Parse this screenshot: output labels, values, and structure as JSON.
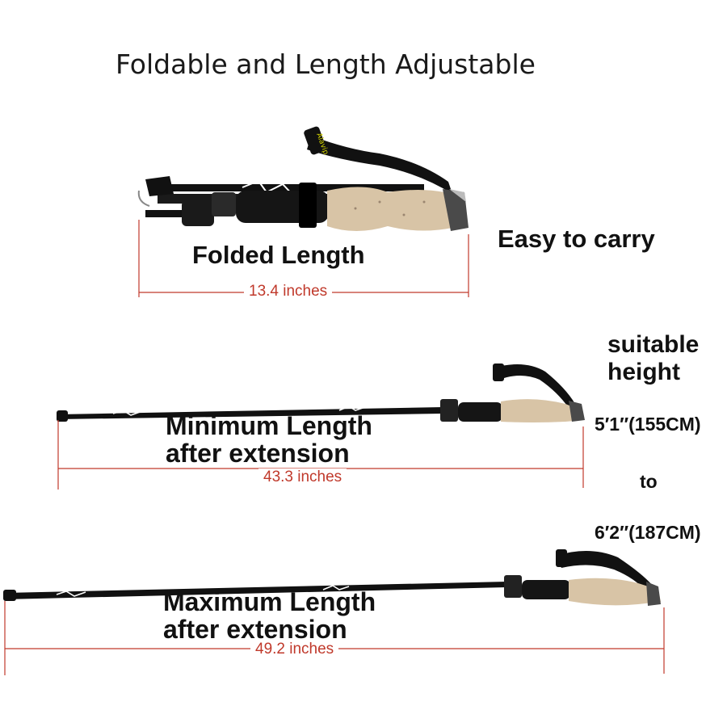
{
  "title": "Foldable and Length Adjustable",
  "folded": {
    "label": "Folded Length",
    "measure": "13.4 inches",
    "note": "Easy to carry"
  },
  "minimum": {
    "label_line1": "Minimum Length",
    "label_line2": "after extension",
    "measure": "43.3 inches"
  },
  "maximum": {
    "label_line1": "Maximum Length",
    "label_line2": "after extension",
    "measure": "49.2 inches"
  },
  "height": {
    "label_line1": "suitable",
    "label_line2": "height",
    "min": "5′1″(155CM)",
    "joiner": "to",
    "max": "6′2″(187CM)"
  },
  "colors": {
    "measure_line": "#c0392b",
    "pole_black": "#111111",
    "cork": "#d8c4a6",
    "strap_accent": "#d4d400"
  }
}
